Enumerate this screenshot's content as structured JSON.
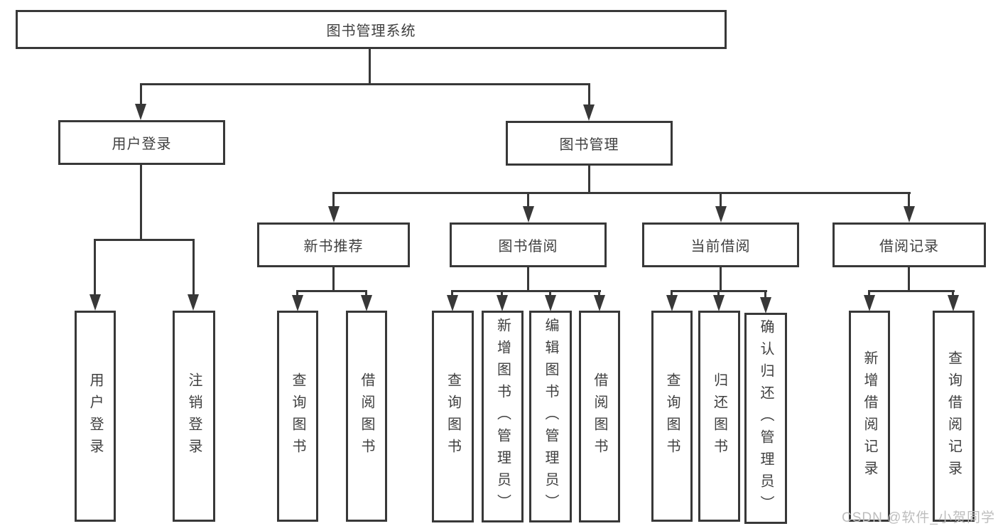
{
  "diagram": {
    "root": {
      "label": "图书管理系统"
    },
    "level2": [
      {
        "label": "用户登录"
      },
      {
        "label": "图书管理"
      }
    ],
    "login_leaves": [
      {
        "label": "用户登录"
      },
      {
        "label": "注销登录"
      }
    ],
    "modules": [
      {
        "label": "新书推荐",
        "leaves": [
          {
            "label": "查询图书"
          },
          {
            "label": "借阅图书"
          }
        ]
      },
      {
        "label": "图书借阅",
        "leaves": [
          {
            "label": "查询图书"
          },
          {
            "label": "新增图书（管理员）"
          },
          {
            "label": "编辑图书（管理员）"
          },
          {
            "label": "借阅图书"
          }
        ]
      },
      {
        "label": "当前借阅",
        "leaves": [
          {
            "label": "查询图书"
          },
          {
            "label": "归还图书"
          },
          {
            "label": "确认归还（管理员）"
          }
        ]
      },
      {
        "label": "借阅记录",
        "leaves": [
          {
            "label": "新增借阅记录"
          },
          {
            "label": "查询借阅记录"
          }
        ]
      }
    ]
  },
  "watermark": {
    "text": "CSDN @软件_小贺同学"
  },
  "colors": {
    "line": "#383838",
    "text": "#3f3f3f",
    "background": "#ffffff",
    "watermark": "#bdbdbd"
  }
}
